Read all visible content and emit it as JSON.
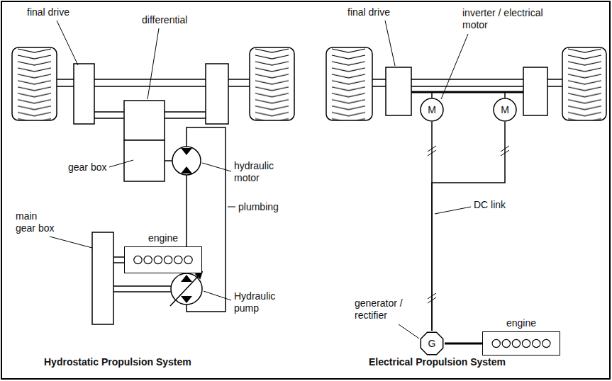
{
  "diagram": {
    "nodes": [
      {
        "text": [
          "engine"
        ]
      },
      {
        "text": [
          "M"
        ]
      },
      {
        "text": [
          "M"
        ]
      },
      {
        "text": [
          "G"
        ]
      },
      {
        "text": [
          "engine"
        ]
      }
    ],
    "edges": [
      {
        "from": 3,
        "to": 1,
        "arrow": "none"
      },
      {
        "from": 3,
        "to": 2,
        "arrow": "none"
      },
      {
        "from": 4,
        "to": 3,
        "arrow": "none"
      }
    ],
    "labels": [
      "final drive",
      "differential",
      "gear box",
      "hydraulic motor",
      "plumbing",
      "main gear box",
      "Hydraulic pump",
      "Hydrostatic Propulsion System",
      "final drive",
      "inverter / electrical motor",
      "DC link",
      "generator / rectifier",
      "Electrical Propulsion System"
    ]
  }
}
